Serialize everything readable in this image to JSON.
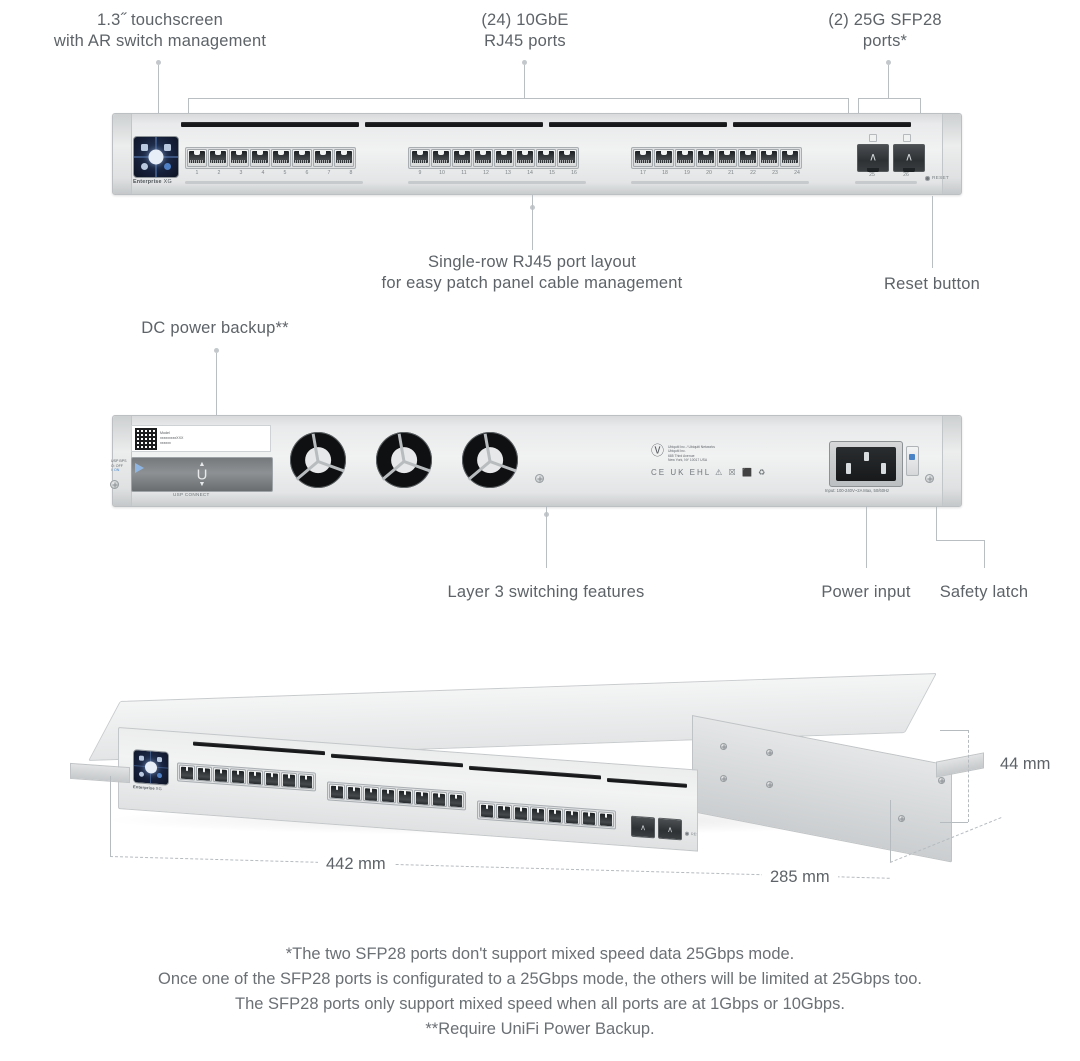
{
  "callouts": {
    "touchscreen": "1.3˝ touchscreen\nwith AR switch management",
    "rj45": "(24) 10GbE\nRJ45 ports",
    "sfp28": "(2) 25G SFP28\nports*",
    "single_row": "Single-row RJ45 port layout\nfor easy patch panel cable management",
    "reset": "Reset button",
    "dc_backup": "DC power backup**",
    "layer3": "Layer 3 switching features",
    "power_input": "Power input",
    "safety_latch": "Safety latch"
  },
  "front_panel": {
    "model_brand": "Enterprise",
    "model_name": "XG",
    "port_numbers": [
      "1",
      "2",
      "3",
      "4",
      "5",
      "6",
      "7",
      "8",
      "9",
      "10",
      "11",
      "12",
      "13",
      "14",
      "15",
      "16",
      "17",
      "18",
      "19",
      "20",
      "21",
      "22",
      "23",
      "24"
    ],
    "sfp_numbers": [
      "25",
      "26"
    ],
    "reset_label": "RESET",
    "port_group_sizes": [
      8,
      8,
      8
    ]
  },
  "rear_panel": {
    "qr_lines": [
      "Model",
      "xxxxxxxxxXXX",
      "xxxxxx"
    ],
    "usp_label": "USP CONNECT",
    "dip_lines": [
      "USP BPS",
      "O: OFF",
      "I: ON"
    ],
    "company": {
      "logo": "U",
      "address": "Ubiquiti Inc. / Ubiquiti Networks\nUbiquiti Inc.\n685 Third Avenue\nNew York, NY 10017 USA"
    },
    "certs": "CE UK EHL ⚠ ☒ ⬛ ♻",
    "power_label": "Input: 100-240V~2A Max, 50/60Hz",
    "fan_count": 3
  },
  "dimensions": {
    "width": "442 mm",
    "depth": "285 mm",
    "height": "44 mm"
  },
  "footnotes": [
    "*The two SFP28 ports don't support mixed speed data 25Gbps mode.",
    "Once one of the SFP28 ports is configurated to a 25Gbps mode, the others will be limited at 25Gbps too.",
    "The SFP28 ports only support mixed speed when all ports are at 1Gbps or 10Gbps.",
    "**Require UniFi Power Backup."
  ],
  "colors": {
    "text": "#5d6368",
    "leader": "#b9bec2",
    "chassis": "#eceded",
    "screen": "#16203a",
    "accent_blue": "#4f7fc4"
  }
}
